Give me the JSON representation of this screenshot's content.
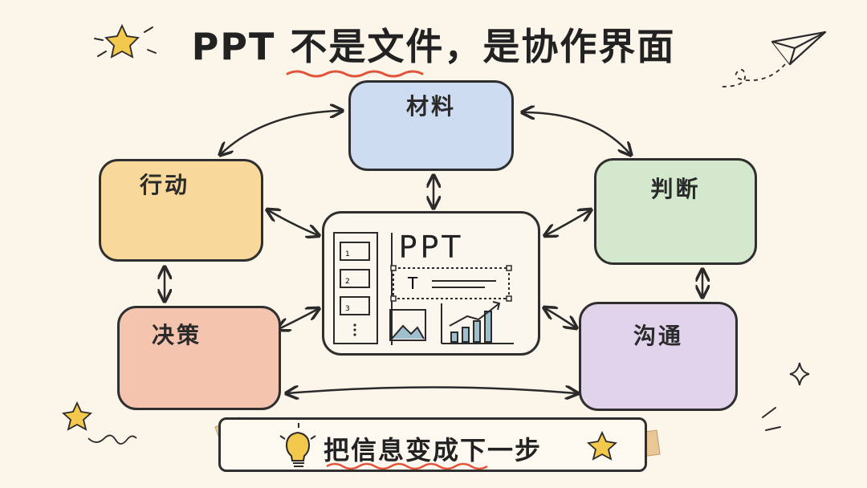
{
  "title": "PPT 不是文件，是协作界面",
  "center": {
    "label": "PPT",
    "slide_numbers": [
      "1",
      "2",
      "3"
    ],
    "text_box_glyph": "T"
  },
  "nodes": {
    "materials": "材料",
    "judgment": "判断",
    "action": "行动",
    "decision": "决策",
    "communication": "沟通"
  },
  "banner": {
    "text": "把信息变成下一步"
  },
  "colors": {
    "materials": "#cddcf0",
    "judgment": "#d3e8cd",
    "action": "#f8d99b",
    "decision": "#f5c4ae",
    "communication": "#e1d3ec",
    "background": "#fbf5ea",
    "accent_red": "#e2553c",
    "star_yellow": "#f2c94c"
  },
  "icons": [
    "star-icon",
    "paper-plane-icon",
    "document-icon",
    "image-icon",
    "spreadsheet-icon",
    "checklist-icon",
    "arrow-right-icon",
    "magnifier-check-icon",
    "stamp-icon",
    "speech-bubbles-icon",
    "lightbulb-icon",
    "bar-chart-icon",
    "sparkle-icon"
  ]
}
